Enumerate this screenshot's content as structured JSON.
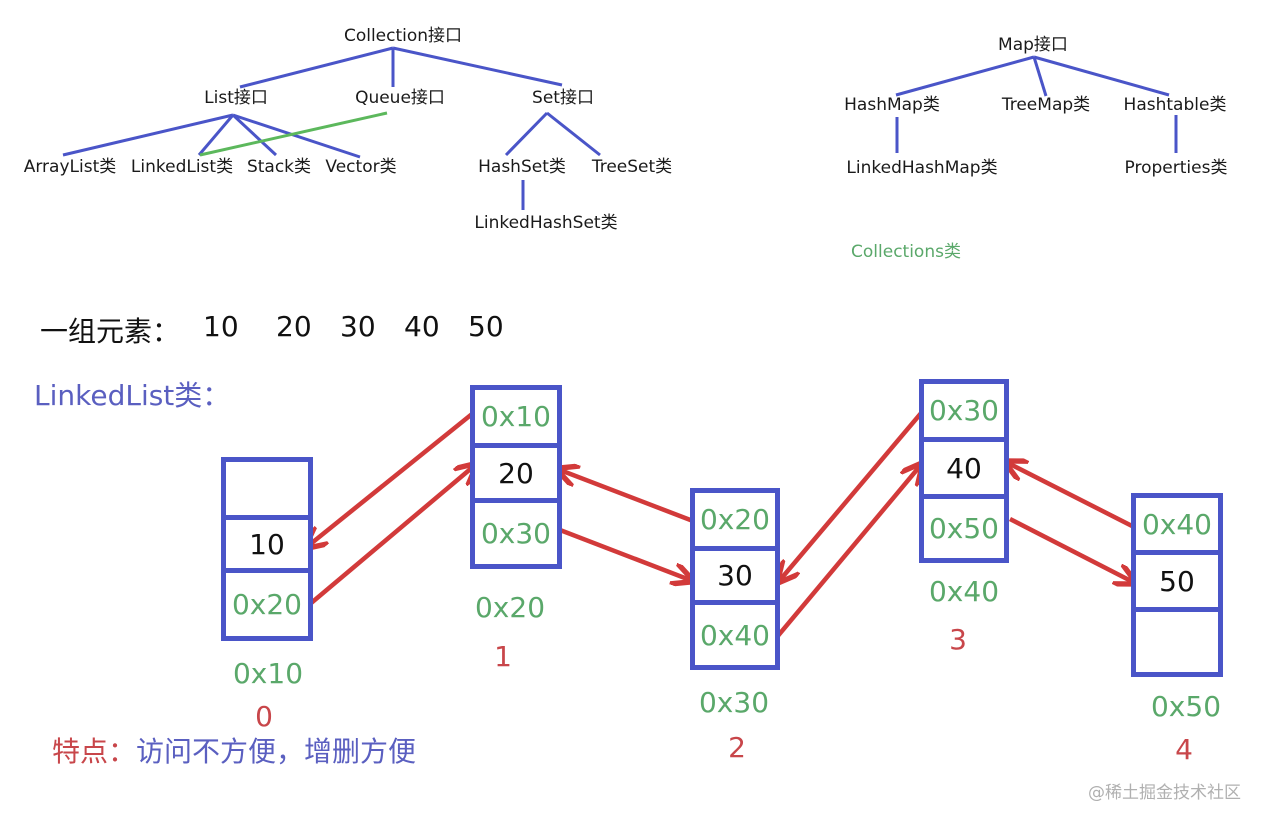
{
  "collection_tree": {
    "root": "Collection接口",
    "interfaces": [
      "List接口",
      "Queue接口",
      "Set接口"
    ],
    "list_classes": [
      "ArrayList类",
      "LinkedList类",
      "Stack类",
      "Vector类"
    ],
    "set_classes": [
      "HashSet类",
      "TreeSet类"
    ],
    "hashset_child": "LinkedHashSet类"
  },
  "map_tree": {
    "root": "Map接口",
    "classes": [
      "HashMap类",
      "TreeMap类",
      "Hashtable类"
    ],
    "hashmap_child": "LinkedHashMap类",
    "hashtable_child": "Properties类"
  },
  "collections_label": "Collections类",
  "elements_row": {
    "label": "一组元素：",
    "values": [
      "10",
      "20",
      "30",
      "40",
      "50"
    ]
  },
  "linkedlist_title": "LinkedList类：",
  "nodes": [
    {
      "prev": "",
      "value": "10",
      "next": "0x20",
      "address": "0x10",
      "index": "0"
    },
    {
      "prev": "0x10",
      "value": "20",
      "next": "0x30",
      "address": "0x20",
      "index": "1"
    },
    {
      "prev": "0x20",
      "value": "30",
      "next": "0x40",
      "address": "0x30",
      "index": "2"
    },
    {
      "prev": "0x30",
      "value": "40",
      "next": "0x50",
      "address": "0x40",
      "index": "3"
    },
    {
      "prev": "0x40",
      "value": "50",
      "next": "",
      "address": "0x50",
      "index": "4"
    }
  ],
  "feature": {
    "label": "特点：",
    "text": "访问不方便，增删方便"
  },
  "watermark": "@稀土掘金技术社区",
  "colors": {
    "tree_line": "#4a55c8",
    "queue_link": "#5cb85c",
    "arrow": "#d23a3a",
    "pointer_text": "#5aa86a",
    "index_text": "#c8464a"
  }
}
